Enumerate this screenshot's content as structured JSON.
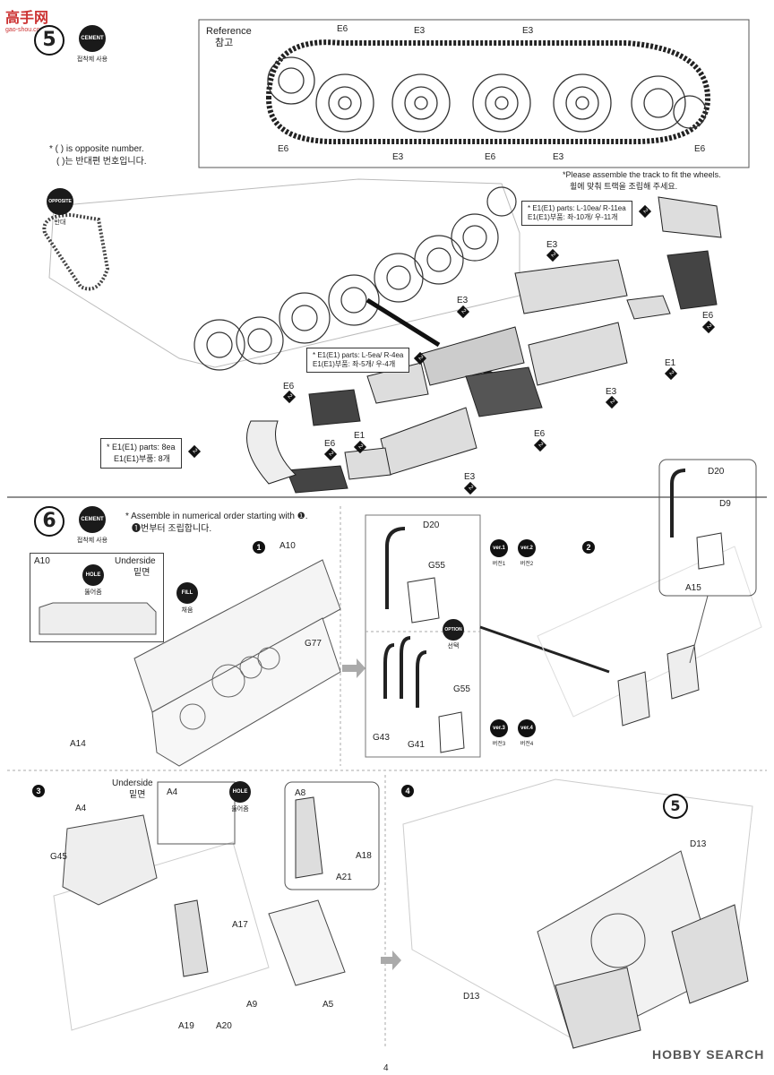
{
  "header": {
    "logo_text": "高手网",
    "logo_url_text": "gao-shou.com"
  },
  "step5": {
    "number": "5",
    "cement_badge": "CEMENT",
    "cement_caption": "접착제 사용",
    "reference_title": "Reference",
    "reference_title_ko": "참고",
    "reference_labels": {
      "e6_top": "E6",
      "e3_top_a": "E3",
      "e3_top_b": "E3",
      "e6_left": "E6",
      "e3_bot_a": "E3",
      "e6_bot": "E6",
      "e3_bot_b": "E3",
      "e6_right": "E6"
    },
    "opposite_note_en": "* ( ) is opposite number.",
    "opposite_note_ko": "( )는 반대편 번호입니다.",
    "opposite_badge": "OPPOSITE",
    "opposite_caption": "반대",
    "track_note_en": "*Please assemble the track to fit the wheels.",
    "track_note_ko": "휠에 맞춰 트랙을 조립해 주세요.",
    "box_e1_right": {
      "line1": "* E1(E1) parts: L-10ea/ R-11ea",
      "line2": "E1(E1)부품: 좌-10개/ 우-11개",
      "count": "2"
    },
    "box_e1_mid": {
      "line1": "* E1(E1) parts: L-5ea/ R-4ea",
      "line2": "E1(E1)부품: 좌-5개/ 우-4개",
      "count": "2"
    },
    "box_e1_left": {
      "line1": "* E1(E1) parts: 8ea",
      "line2": "E1(E1)부품: 8개",
      "count": "2"
    },
    "part_labels": [
      {
        "id": "e3a",
        "text": "E3",
        "count": "2"
      },
      {
        "id": "e6a",
        "text": "E6",
        "count": "2"
      },
      {
        "id": "e3b",
        "text": "E3",
        "count": "2"
      },
      {
        "id": "e1a",
        "text": "E1",
        "count": "2"
      },
      {
        "id": "e3c",
        "text": "E3",
        "count": "2"
      },
      {
        "id": "e6b",
        "text": "E6",
        "count": "2"
      },
      {
        "id": "e6c",
        "text": "E6",
        "count": "2"
      },
      {
        "id": "e6d",
        "text": "E6",
        "count": "2"
      },
      {
        "id": "e1b",
        "text": "E1",
        "count": "2"
      },
      {
        "id": "e3d",
        "text": "E3",
        "count": "2"
      }
    ]
  },
  "step6": {
    "number": "6",
    "cement_badge": "CEMENT",
    "cement_caption": "접착제 사용",
    "order_note_en": "* Assemble in numerical order starting with ❶.",
    "order_note_ko": "❶번부터 조립합니다.",
    "sub1": {
      "num": "1",
      "part_a10": "A10",
      "part_g77": "G77",
      "part_a14": "A14",
      "underside_box_a10": "A10",
      "underside_en": "Underside",
      "underside_ko": "밑면",
      "hole_badge": "HOLE",
      "hole_caption": "뚫어줌",
      "fill_badge": "FILL",
      "fill_caption": "채움"
    },
    "sub_variants": {
      "d20": "D20",
      "g55_a": "G55",
      "ver1": "ver.1",
      "ver2": "ver.2",
      "ver1_cap": "버전1",
      "ver2_cap": "버전2",
      "option_badge": "OPTION",
      "option_caption": "선택",
      "g43": "G43",
      "g41": "G41",
      "g55_b": "G55",
      "ver3": "ver.3",
      "ver4": "ver.4",
      "ver3_cap": "버전3",
      "ver4_cap": "버전4"
    },
    "sub2": {
      "num": "2",
      "d20": "D20",
      "d9": "D9",
      "a15": "A15"
    },
    "sub3": {
      "num": "3",
      "underside_en": "Underside",
      "underside_ko": "밑면",
      "a4_box": "A4",
      "hole_badge": "HOLE",
      "hole_caption": "뚫어줌",
      "a4": "A4",
      "g45": "G45",
      "a8": "A8",
      "a21": "A21",
      "a18": "A18",
      "a17": "A17",
      "a5": "A5",
      "a9": "A9",
      "a19": "A19",
      "a20": "A20"
    },
    "sub4": {
      "num": "4",
      "ref_step": "5",
      "d13_a": "D13",
      "d13_b": "D13"
    }
  },
  "footer": {
    "page_number": "4",
    "watermark": "HOBBY SEARCH"
  }
}
